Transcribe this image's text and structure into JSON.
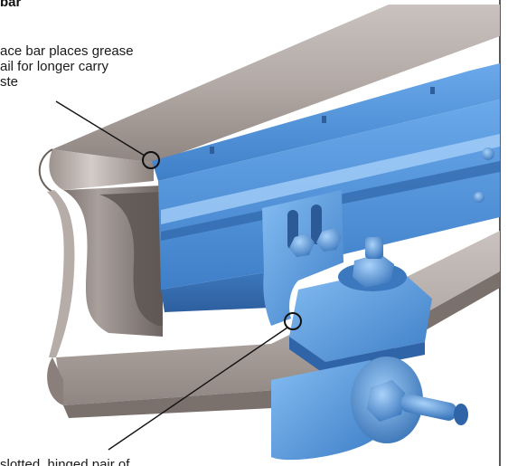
{
  "callout_top": {
    "heading": "bar",
    "line_1": "ace bar places grease",
    "line_2": "ail for longer carry",
    "line_3": "ste"
  },
  "callout_bottom": {
    "line_1": "slotted, hinged pair of"
  },
  "colors": {
    "rail_steel": "#a59c98",
    "grease_bar_blue": "#4a8fd8",
    "clamp_blue": "#5a9ee0",
    "leader_line": "#111111"
  }
}
